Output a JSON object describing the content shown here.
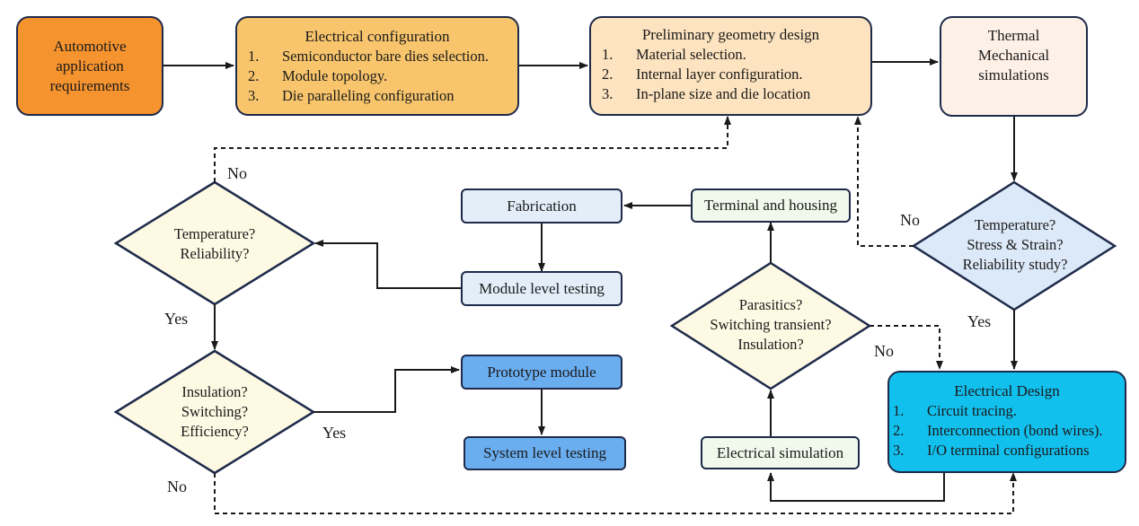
{
  "colors": {
    "orange": "#f5932e",
    "light_orange": "#f8c56c",
    "peach": "#fde3bf",
    "pale_peach": "#fdf0e6",
    "diamond_cream": "#fdf9e3",
    "diamond_blue": "#dce9f8",
    "pale_blue": "#e3eef9",
    "mid_blue": "#6aaef0",
    "cyan": "#12c0ee",
    "pale_green": "#f1f9ec",
    "border": "#1e2a4a"
  },
  "nodes": {
    "automotive": {
      "lines": [
        "Automotive",
        "application",
        "requirements"
      ]
    },
    "electrical_config": {
      "title": "Electrical configuration",
      "items": [
        {
          "n": "1.",
          "text": "Semiconductor bare dies selection."
        },
        {
          "n": "2.",
          "text": "Module topology."
        },
        {
          "n": "3.",
          "text": "Die paralleling configuration"
        }
      ]
    },
    "prelim_geometry": {
      "title": "Preliminary geometry design",
      "items": [
        {
          "n": "1.",
          "text": "Material selection."
        },
        {
          "n": "2.",
          "text": "Internal layer configuration."
        },
        {
          "n": "3.",
          "text": "In-plane size and die location"
        }
      ]
    },
    "thermal": {
      "lines": [
        "Thermal",
        "Mechanical",
        "simulations"
      ]
    },
    "temp_stress": {
      "lines": [
        "Temperature?",
        "Stress & Strain?",
        "Reliability study?"
      ]
    },
    "electrical_design": {
      "title": "Electrical Design",
      "items": [
        {
          "n": "1.",
          "text": "Circuit tracing."
        },
        {
          "n": "2.",
          "text": "Interconnection (bond wires)."
        },
        {
          "n": "3.",
          "text": "I/O terminal configurations"
        }
      ]
    },
    "electrical_sim": {
      "label": "Electrical simulation"
    },
    "parasitics": {
      "lines": [
        "Parasitics?",
        "Switching transient?",
        "Insulation?"
      ]
    },
    "terminal": {
      "label": "Terminal and housing"
    },
    "fabrication": {
      "label": "Fabrication"
    },
    "module_testing": {
      "label": "Module level testing"
    },
    "temp_rel": {
      "lines": [
        "Temperature?",
        "Reliability?"
      ]
    },
    "insulation": {
      "lines": [
        "Insulation?",
        "Switching?",
        "Efficiency?"
      ]
    },
    "prototype": {
      "label": "Prototype module"
    },
    "system_testing": {
      "label": "System level testing"
    }
  },
  "edge_labels": {
    "no_top_left": "No",
    "no_right": "No",
    "yes_right": "Yes",
    "no_parasitics": "No",
    "yes_left": "Yes",
    "yes_insulation": "Yes",
    "no_bottom": "No"
  }
}
